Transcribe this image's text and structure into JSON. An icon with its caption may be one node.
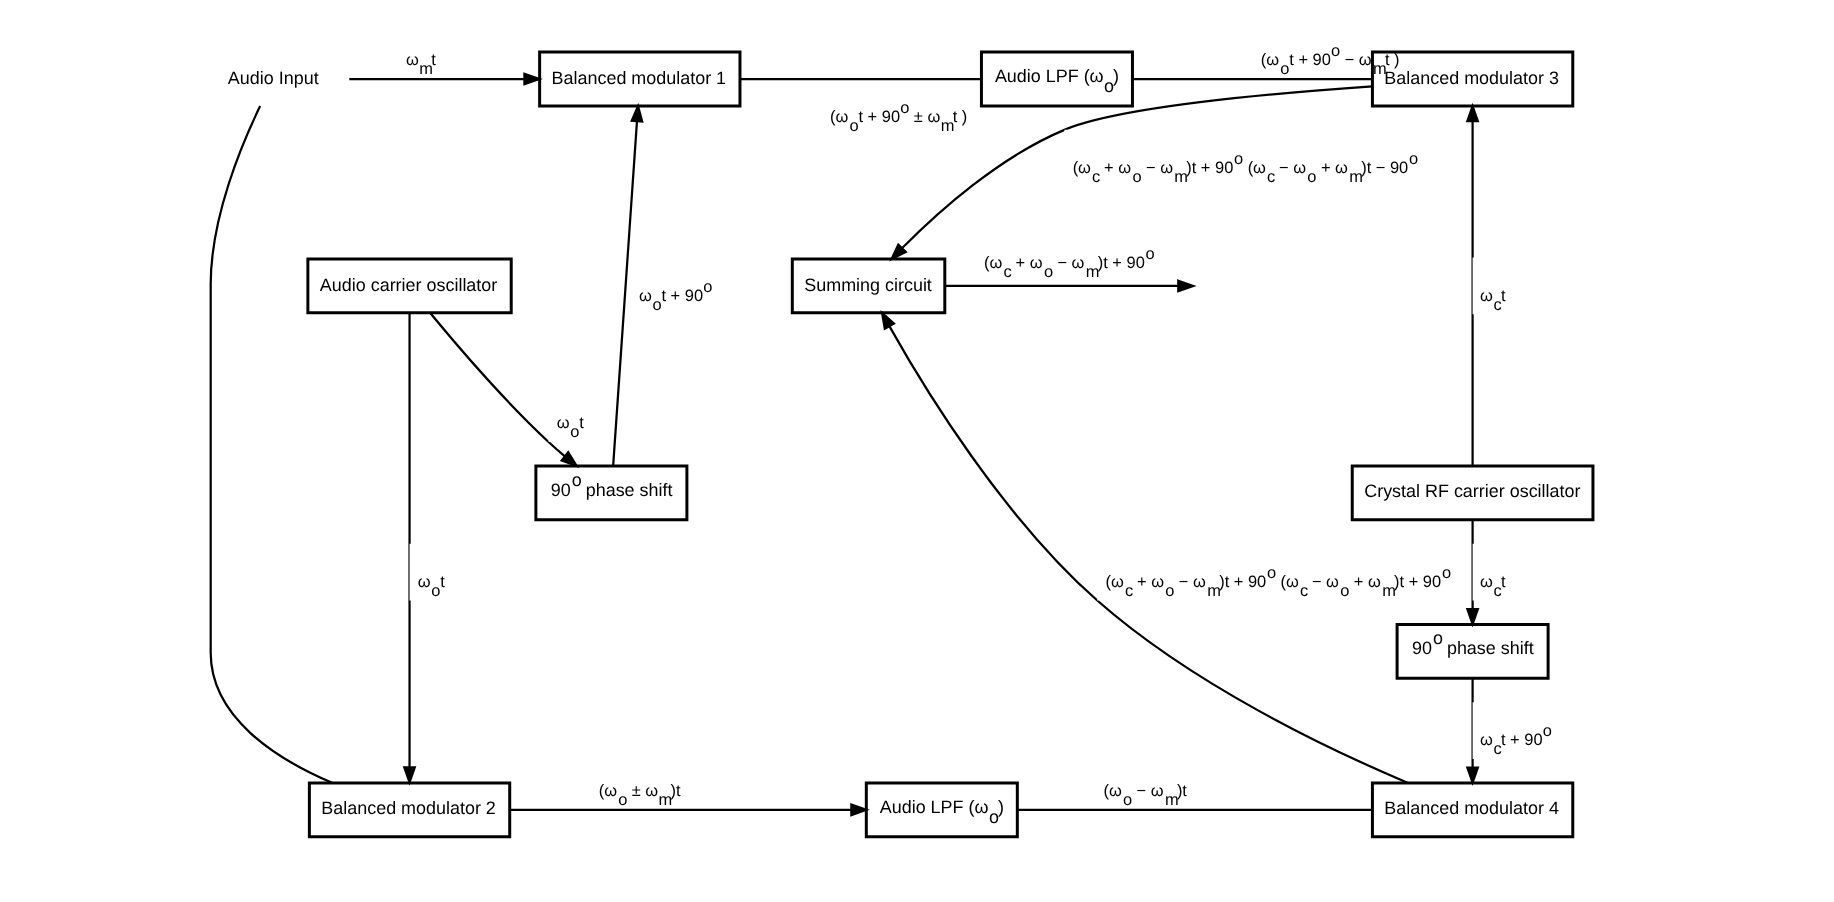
{
  "diagram": {
    "nodes": [
      {
        "text": [
          "Audio Input"
        ]
      },
      {
        "text": [
          "Balanced modulator 1"
        ]
      },
      {
        "text": [
          "Audio LPF (ω$_{o}$)"
        ]
      },
      {
        "text": [
          "Balanced modulator 3"
        ]
      },
      {
        "text": [
          "90$^{o}$ phase shift"
        ]
      },
      {
        "text": [
          "Crystal RF carrier oscillator"
        ]
      },
      {
        "text": [
          "Summing circuit"
        ]
      },
      {
        "text": [
          "Audio carrier oscillator"
        ]
      },
      {
        "text": [
          "90$^{o}$ phase shift"
        ]
      },
      {
        "text": [
          "Balanced modulator 2"
        ]
      },
      {
        "text": [
          "Audio LPF (ω$_{o}$)"
        ]
      },
      {
        "text": [
          "Balanced modulator 4"
        ]
      }
    ],
    "edges": [
      {
        "from": 0,
        "to": 1,
        "arrow": "to",
        "label": "ω$_{m}$t"
      },
      {
        "from": 0,
        "to": 9,
        "arrow": "none"
      },
      {
        "from": 1,
        "to": 2,
        "arrow": "none",
        "label": "(ω$_{o}$t + 90$^{o}$ ± ω$_{m}$t )"
      },
      {
        "from": 2,
        "to": 3,
        "arrow": "none",
        "label": "(ω$_{o}$t + 90$^{o}$ − ω$_{m}$t )"
      },
      {
        "from": 4,
        "to": 1,
        "arrow": "to",
        "label": "ω$_{o}$t + 90$^{o}$"
      },
      {
        "from": 7,
        "to": 4,
        "arrow": "to",
        "label": "ω$_{o}$t"
      },
      {
        "from": 7,
        "to": 9,
        "arrow": "to",
        "label": "ω$_{o}$t"
      },
      {
        "from": 5,
        "to": 3,
        "arrow": "to",
        "label": "ω$_{c}$t"
      },
      {
        "from": 5,
        "to": 8,
        "arrow": "to",
        "label": "ω$_{c}$t"
      },
      {
        "from": 8,
        "to": 11,
        "arrow": "to",
        "label": "ω$_{c}$t + 90$^{o}$"
      },
      {
        "from": 9,
        "to": 10,
        "arrow": "to",
        "label": "(ω$_{o}$ ± ω$_{m}$)t"
      },
      {
        "from": 10,
        "to": 11,
        "arrow": "none",
        "label": "(ω$_{o}$ − ω$_{m}$)t"
      },
      {
        "from": 3,
        "to": 6,
        "arrow": "to",
        "label": "(ω$_{c}$ + ω$_{o}$ − ω$_{m}$)t + 90$^{o}$ (ω$_{c}$ − ω$_{o}$ + ω$_{m}$)t − 90$^{o}$"
      },
      {
        "from": 11,
        "to": 6,
        "arrow": "to",
        "label": "(ω$_{c}$ + ω$_{o}$ − ω$_{m}$)t + 90$^{o}$ (ω$_{c}$ − ω$_{o}$ + ω$_{m}$)t + 90$^{o}$"
      },
      {
        "from": 6,
        "to": null,
        "arrow": "to",
        "label": "(ω$_{c}$ + ω$_{o}$ − ω$_{m}$)t + 90$^{o}$"
      }
    ]
  }
}
